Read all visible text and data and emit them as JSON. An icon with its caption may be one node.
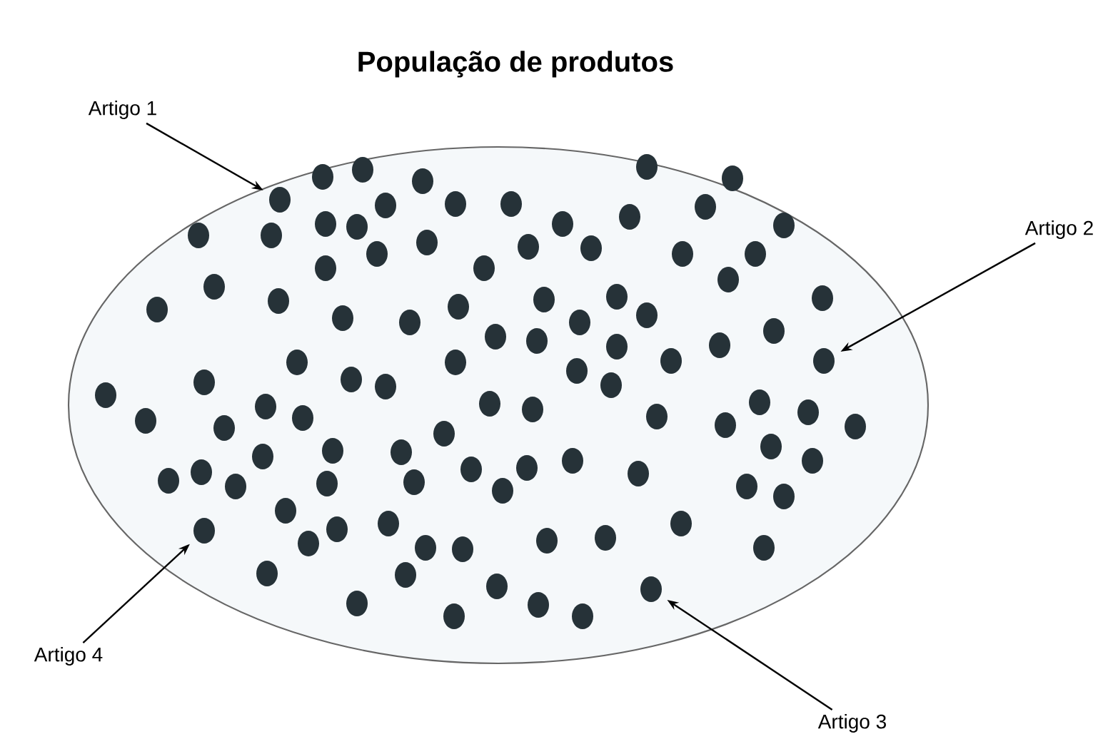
{
  "diagram": {
    "title": "População de produtos",
    "nodes": [
      {
        "text": [],
        "shape": "ellipse"
      },
      {
        "text": [],
        "shape": "circle",
        "in": 0
      },
      {
        "text": [],
        "shape": "circle",
        "in": 0
      },
      {
        "text": [],
        "shape": "circle",
        "in": 0
      },
      {
        "text": [],
        "shape": "circle",
        "in": 0
      },
      {
        "text": [],
        "shape": "circle",
        "in": 0
      },
      {
        "text": [],
        "shape": "circle",
        "in": 0
      },
      {
        "text": [],
        "shape": "circle",
        "in": 0
      },
      {
        "text": [],
        "shape": "circle",
        "in": 0
      },
      {
        "text": [],
        "shape": "circle",
        "in": 0
      },
      {
        "text": [],
        "shape": "circle",
        "in": 0
      },
      {
        "text": [],
        "shape": "circle",
        "in": 0
      },
      {
        "text": [],
        "shape": "circle",
        "in": 0
      },
      {
        "text": [],
        "shape": "circle",
        "in": 0
      },
      {
        "text": [],
        "shape": "circle",
        "in": 0
      },
      {
        "text": [],
        "shape": "circle",
        "in": 0
      },
      {
        "text": [],
        "shape": "circle",
        "in": 0
      },
      {
        "text": [],
        "shape": "circle",
        "in": 0
      },
      {
        "text": [],
        "shape": "circle",
        "in": 0
      },
      {
        "text": [],
        "shape": "circle",
        "in": 0
      },
      {
        "text": [],
        "shape": "circle",
        "in": 0
      },
      {
        "text": [],
        "shape": "circle",
        "in": 0
      },
      {
        "text": [],
        "shape": "circle",
        "in": 0
      },
      {
        "text": [],
        "shape": "circle",
        "in": 0
      },
      {
        "text": [],
        "shape": "circle",
        "in": 0
      },
      {
        "text": [],
        "shape": "circle",
        "in": 0
      },
      {
        "text": [],
        "shape": "circle",
        "in": 0
      },
      {
        "text": [],
        "shape": "circle",
        "in": 0
      },
      {
        "text": [],
        "shape": "circle",
        "in": 0
      },
      {
        "text": [],
        "shape": "circle",
        "in": 0
      },
      {
        "text": [],
        "shape": "circle",
        "in": 0
      },
      {
        "text": [],
        "shape": "circle",
        "in": 0
      },
      {
        "text": [],
        "shape": "circle",
        "in": 0
      },
      {
        "text": [],
        "shape": "circle",
        "in": 0
      },
      {
        "text": [],
        "shape": "circle",
        "in": 0
      },
      {
        "text": [],
        "shape": "circle",
        "in": 0
      },
      {
        "text": [],
        "shape": "circle",
        "in": 0
      },
      {
        "text": [],
        "shape": "circle",
        "in": 0
      },
      {
        "text": [],
        "shape": "circle",
        "in": 0
      },
      {
        "text": [],
        "shape": "circle",
        "in": 0
      },
      {
        "text": [],
        "shape": "circle",
        "in": 0
      },
      {
        "text": [],
        "shape": "circle",
        "in": 0
      },
      {
        "text": [],
        "shape": "circle",
        "in": 0
      },
      {
        "text": [],
        "shape": "circle",
        "in": 0
      },
      {
        "text": [],
        "shape": "circle",
        "in": 0
      },
      {
        "text": [],
        "shape": "circle",
        "in": 0
      },
      {
        "text": [],
        "shape": "circle",
        "in": 0
      },
      {
        "text": [],
        "shape": "circle",
        "in": 0
      },
      {
        "text": [],
        "shape": "circle",
        "in": 0
      },
      {
        "text": [],
        "shape": "circle",
        "in": 0
      },
      {
        "text": [],
        "shape": "circle",
        "in": 0
      },
      {
        "text": [],
        "shape": "circle",
        "in": 0
      },
      {
        "text": [],
        "shape": "circle",
        "in": 0
      },
      {
        "text": [],
        "shape": "circle",
        "in": 0
      },
      {
        "text": [],
        "shape": "circle",
        "in": 0
      },
      {
        "text": [],
        "shape": "circle",
        "in": 0
      },
      {
        "text": [],
        "shape": "circle",
        "in": 0
      },
      {
        "text": [],
        "shape": "circle",
        "in": 0
      },
      {
        "text": [],
        "shape": "circle",
        "in": 0
      },
      {
        "text": [],
        "shape": "circle",
        "in": 0
      },
      {
        "text": [],
        "shape": "circle",
        "in": 0
      },
      {
        "text": [],
        "shape": "circle",
        "in": 0
      },
      {
        "text": [],
        "shape": "circle",
        "in": 0
      },
      {
        "text": [],
        "shape": "circle",
        "in": 0
      },
      {
        "text": [],
        "shape": "circle",
        "in": 0
      },
      {
        "text": [],
        "shape": "circle",
        "in": 0
      },
      {
        "text": [],
        "shape": "circle",
        "in": 0
      },
      {
        "text": [],
        "shape": "circle",
        "in": 0
      },
      {
        "text": [],
        "shape": "circle",
        "in": 0
      },
      {
        "text": [],
        "shape": "circle",
        "in": 0
      },
      {
        "text": [],
        "shape": "circle",
        "in": 0
      },
      {
        "text": [],
        "shape": "circle",
        "in": 0
      },
      {
        "text": [],
        "shape": "circle",
        "in": 0
      },
      {
        "text": [],
        "shape": "circle",
        "in": 0
      },
      {
        "text": [],
        "shape": "circle",
        "in": 0
      },
      {
        "text": [],
        "shape": "circle",
        "in": 0
      },
      {
        "text": [],
        "shape": "circle",
        "in": 0
      },
      {
        "text": [],
        "shape": "circle",
        "in": 0
      },
      {
        "text": [],
        "shape": "circle",
        "in": 0
      },
      {
        "text": [],
        "shape": "circle",
        "in": 0
      },
      {
        "text": [],
        "shape": "circle",
        "in": 0
      },
      {
        "text": [],
        "shape": "circle",
        "in": 0
      },
      {
        "text": [],
        "shape": "circle",
        "in": 0
      },
      {
        "text": [],
        "shape": "circle",
        "in": 0
      },
      {
        "text": [],
        "shape": "circle",
        "in": 0
      },
      {
        "text": [],
        "shape": "circle",
        "in": 0
      },
      {
        "text": [],
        "shape": "circle",
        "in": 0
      },
      {
        "text": [],
        "shape": "circle",
        "in": 0
      },
      {
        "text": [],
        "shape": "circle",
        "in": 0
      },
      {
        "text": [],
        "shape": "circle",
        "in": 0
      },
      {
        "text": [],
        "shape": "circle",
        "in": 0
      },
      {
        "text": [],
        "shape": "circle",
        "in": 0
      },
      {
        "text": [],
        "shape": "circle",
        "in": 0
      },
      {
        "text": [],
        "shape": "circle",
        "in": 0
      },
      {
        "text": [],
        "shape": "circle",
        "in": 0
      },
      {
        "text": [],
        "shape": "circle",
        "in": 0
      },
      {
        "text": [],
        "shape": "circle",
        "in": 0
      },
      {
        "text": [],
        "shape": "circle",
        "in": 0
      },
      {
        "text": [],
        "shape": "circle",
        "in": 0
      },
      {
        "text": [],
        "shape": "circle",
        "in": 0
      },
      {
        "text": [],
        "shape": "circle",
        "in": 0
      },
      {
        "text": [
          "Artigo 1"
        ]
      },
      {
        "text": [
          "Artigo 2"
        ]
      },
      {
        "text": [
          "Artigo 4"
        ]
      },
      {
        "text": [
          "Artigo 3"
        ]
      }
    ],
    "edges": [
      {
        "from": 101,
        "to": 4,
        "arrow": "to"
      },
      {
        "from": 102,
        "to": 49,
        "arrow": "to"
      },
      {
        "from": 103,
        "to": 83,
        "arrow": "to"
      },
      {
        "from": 104,
        "to": 100,
        "arrow": "to"
      }
    ]
  }
}
